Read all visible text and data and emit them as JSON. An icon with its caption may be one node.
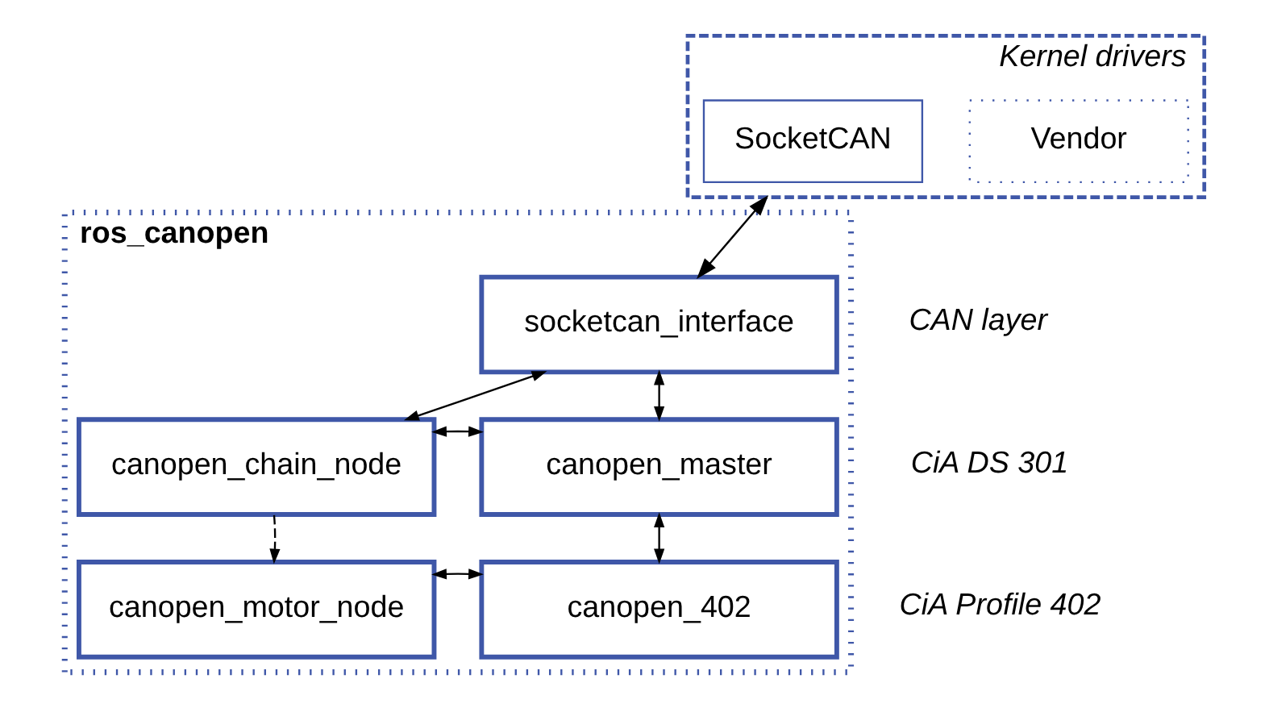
{
  "diagram": {
    "nodes": [
      {
        "text": [
          "Kernel drivers"
        ]
      },
      {
        "text": [
          "SocketCAN"
        ],
        "in": 0
      },
      {
        "text": [
          "Vendor"
        ],
        "in": 0
      },
      {
        "text": [
          "ros_canopen"
        ]
      },
      {
        "text": [
          "socketcan_interface"
        ],
        "in": 3
      },
      {
        "text": [
          "canopen_chain_node"
        ],
        "in": 3
      },
      {
        "text": [
          "canopen_master"
        ],
        "in": 3
      },
      {
        "text": [
          "canopen_motor_node"
        ],
        "in": 3
      },
      {
        "text": [
          "canopen_402"
        ],
        "in": 3
      }
    ],
    "edges": [
      {
        "from": 0,
        "to": 4,
        "arrow": "both"
      },
      {
        "from": 5,
        "to": 4,
        "arrow": "both"
      },
      {
        "from": 4,
        "to": 6,
        "arrow": "both"
      },
      {
        "from": 5,
        "to": 6,
        "arrow": "both"
      },
      {
        "from": 5,
        "to": 7,
        "arrow": "to",
        "style": "dashed"
      },
      {
        "from": 6,
        "to": 8,
        "arrow": "both"
      },
      {
        "from": 7,
        "to": 8,
        "arrow": "both"
      }
    ],
    "labels": [
      "CAN layer",
      "CiA DS 301",
      "CiA Profile 402"
    ]
  }
}
